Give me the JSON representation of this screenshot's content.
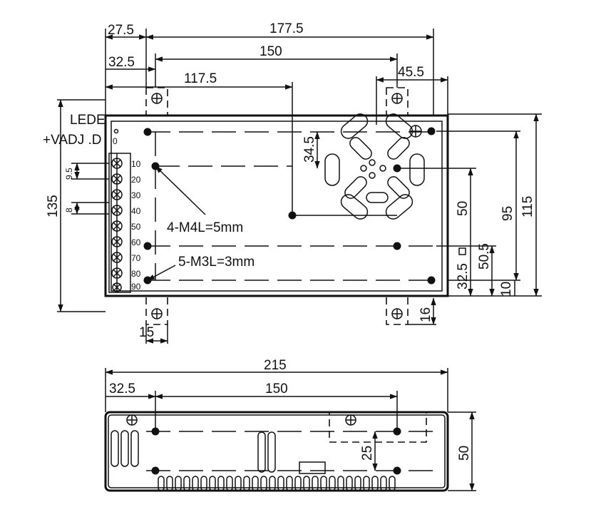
{
  "top_view": {
    "dims": {
      "d27_5": "27.5",
      "d177_5": "177.5",
      "d32_5_top": "32.5",
      "d150_top": "150",
      "d117_5": "117.5",
      "d45_5": "45.5",
      "d34_5": "34.5",
      "d50": "50",
      "d95": "95",
      "d115": "115",
      "d50_5": "50.5",
      "d32_5_right": "32.5",
      "d10": "10",
      "d16": "16",
      "d15": "15",
      "d135": "135",
      "d9_5": "9.5",
      "d8": "8"
    },
    "labels": {
      "led": "LEDE",
      "vadj": "+VADJ .D",
      "vadj_zero": "0",
      "screw_m4": "4-M4L=5mm",
      "screw_m3": "5-M3L=3mm"
    },
    "terminals": [
      "10",
      "20",
      "30",
      "40",
      "50",
      "60",
      "70",
      "80",
      "90"
    ]
  },
  "side_view": {
    "dims": {
      "d215": "215",
      "d32_5": "32.5",
      "d150": "150",
      "d25": "25",
      "d50": "50"
    }
  }
}
